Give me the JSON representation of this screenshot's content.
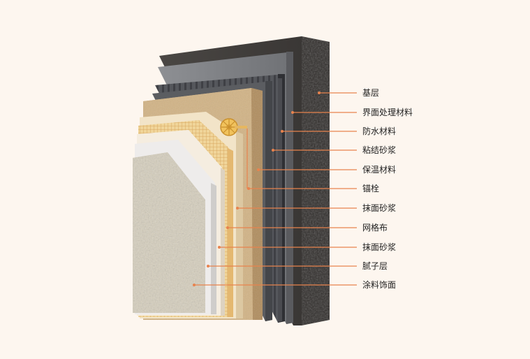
{
  "colors": {
    "background": "#fdf6ef",
    "callout": "#e8834e",
    "label_text": "#222222"
  },
  "layers": [
    {
      "label": "基层"
    },
    {
      "label": "界面处理材料"
    },
    {
      "label": "防水材料"
    },
    {
      "label": "粘结砂浆"
    },
    {
      "label": "保温材料"
    },
    {
      "label": "锚栓"
    },
    {
      "label": "抹面砂浆"
    },
    {
      "label": "网格布"
    },
    {
      "label": "抹面砂浆"
    },
    {
      "label": "腻子层"
    },
    {
      "label": "涂料饰面"
    }
  ]
}
